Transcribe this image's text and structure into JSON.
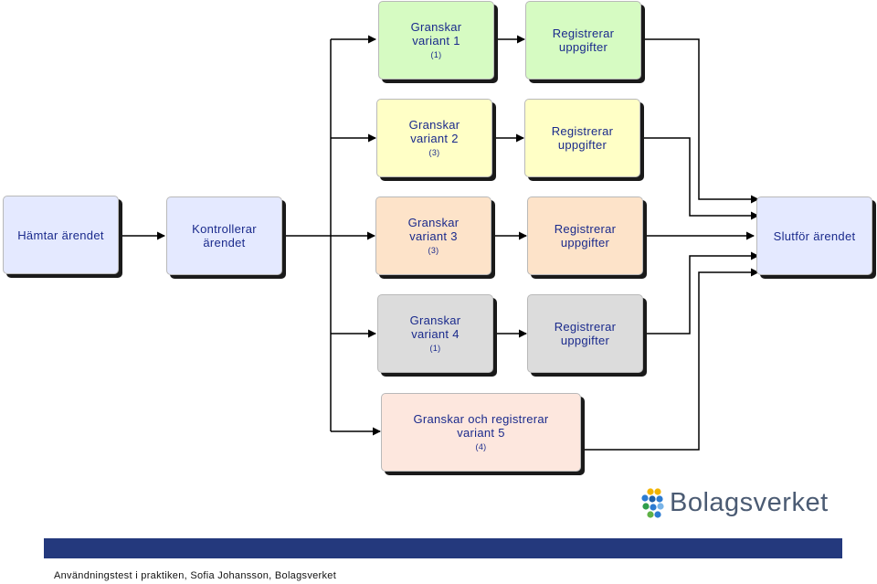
{
  "nodes": {
    "hamtar": {
      "label": "Hämtar ärendet"
    },
    "kontrollerar": {
      "label_line1": "Kontrollerar",
      "label_line2": "ärendet"
    },
    "v1": {
      "line1": "Granskar",
      "line2": "variant 1",
      "count": "(1)"
    },
    "r1": {
      "line1": "Registrerar",
      "line2": "uppgifter"
    },
    "v2": {
      "line1": "Granskar",
      "line2": "variant 2",
      "count": "(3)"
    },
    "r2": {
      "line1": "Registrerar",
      "line2": "uppgifter"
    },
    "v3": {
      "line1": "Granskar",
      "line2": "variant 3",
      "count": "(3)"
    },
    "r3": {
      "line1": "Registrerar",
      "line2": "uppgifter"
    },
    "v4": {
      "line1": "Granskar",
      "line2": "variant 4",
      "count": "(1)"
    },
    "r4": {
      "line1": "Registrerar",
      "line2": "uppgifter"
    },
    "v5": {
      "line1": "Granskar och registrerar",
      "line2": "variant 5",
      "count": "(4)"
    },
    "slutfor": {
      "label": "Slutför ärendet"
    }
  },
  "colors": {
    "green": "#d6fbc2",
    "yellow": "#ffffc6",
    "orange": "#fde3c9",
    "gray": "#dcdcdc",
    "pink": "#fde7de",
    "blue": "#e4e9ff",
    "text": "#1a2a8c",
    "footer_band": "#24397d"
  },
  "logo": {
    "text": "Bolagsverket",
    "icon": "bolagsverket-flower-icon"
  },
  "footer": {
    "text": "Användningstest i praktiken, Sofia Johansson, Bolagsverket"
  }
}
